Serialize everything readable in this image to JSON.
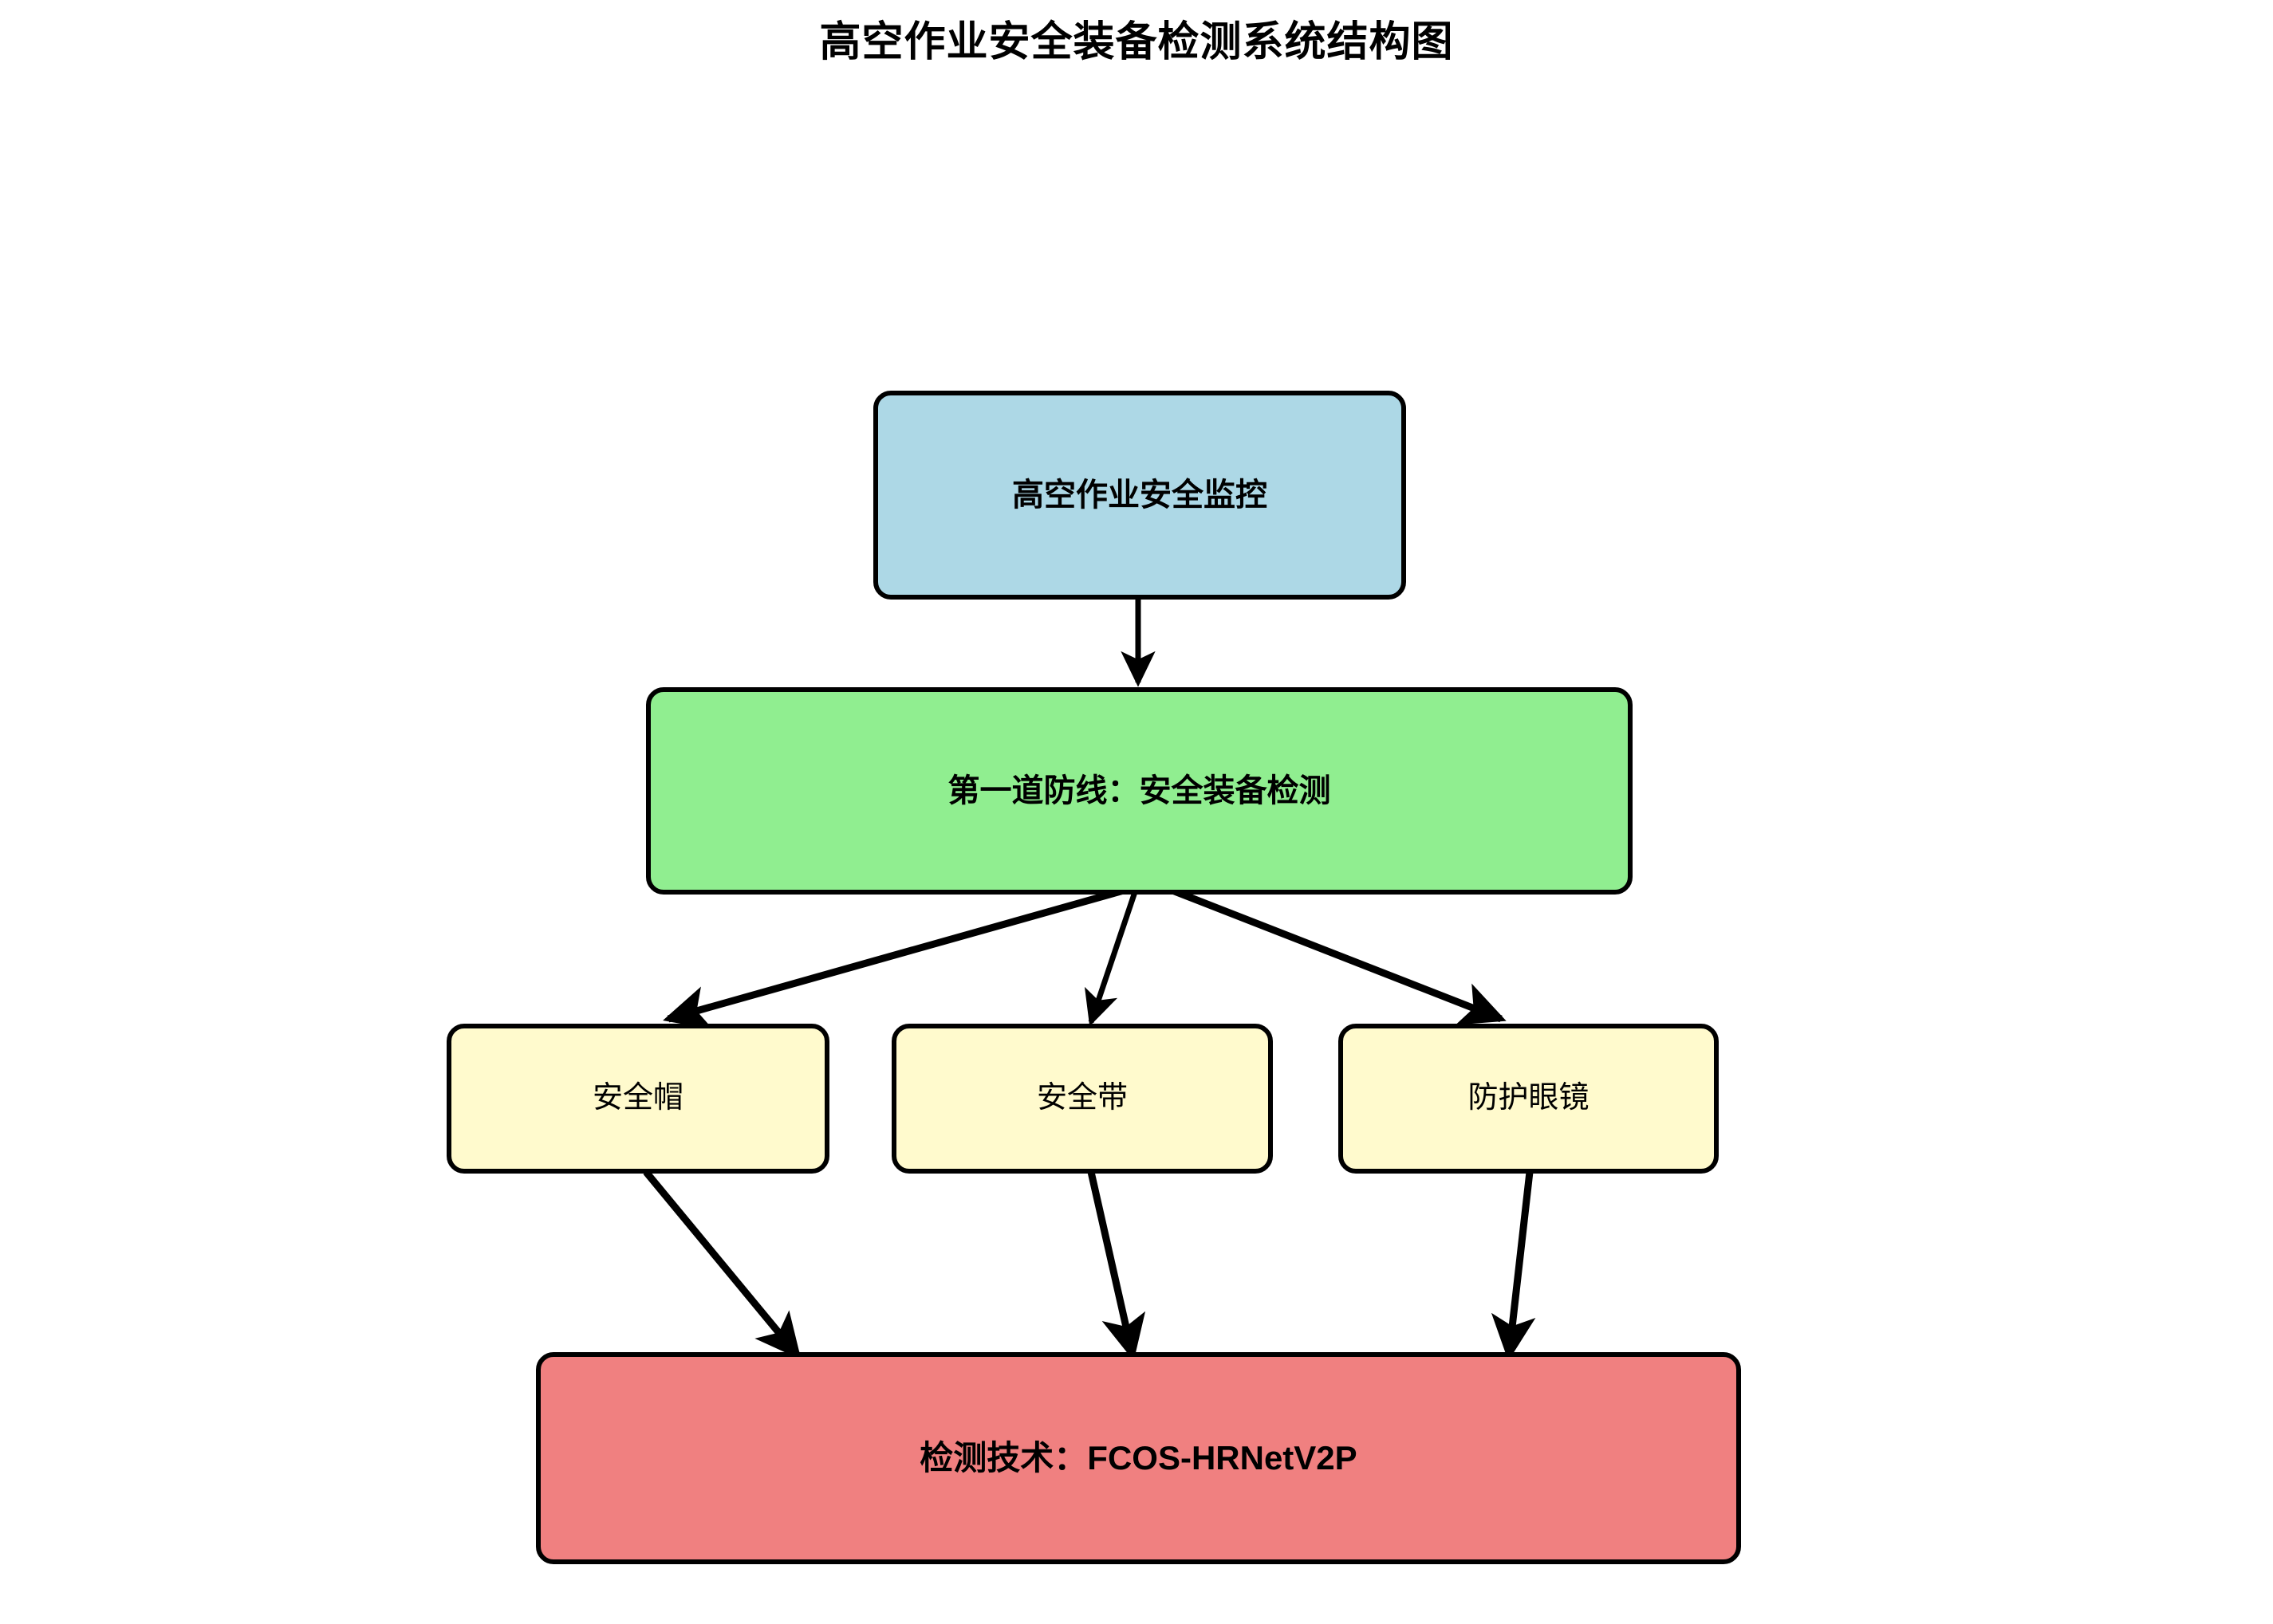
{
  "title": "高空作业安全装备检测系统结构图",
  "diagram": {
    "type": "flowchart",
    "direction": "top-down",
    "nodes": [
      {
        "id": "monitoring",
        "label": "高空作业安全监控",
        "level": 0,
        "fill": "#add8e6",
        "stroke": "#000000",
        "shape": "rounded-rect",
        "bold": true
      },
      {
        "id": "first-line",
        "label": "第一道防线：安全装备检测",
        "level": 1,
        "fill": "#90ee90",
        "stroke": "#000000",
        "shape": "rounded-rect",
        "bold": true
      },
      {
        "id": "helmet",
        "label": "安全帽",
        "level": 2,
        "fill": "#fffacd",
        "stroke": "#000000",
        "shape": "rounded-rect",
        "bold": false
      },
      {
        "id": "harness",
        "label": "安全带",
        "level": 2,
        "fill": "#fffacd",
        "stroke": "#000000",
        "shape": "rounded-rect",
        "bold": false
      },
      {
        "id": "goggles",
        "label": "防护眼镜",
        "level": 2,
        "fill": "#fffacd",
        "stroke": "#000000",
        "shape": "rounded-rect",
        "bold": false
      },
      {
        "id": "technology",
        "label": "检测技术：FCOS-HRNetV2P",
        "level": 3,
        "fill": "#f08080",
        "stroke": "#000000",
        "shape": "rounded-rect",
        "bold": true
      }
    ],
    "edges": [
      {
        "from": "monitoring",
        "to": "first-line",
        "style": "solid",
        "arrow": "single"
      },
      {
        "from": "first-line",
        "to": "helmet",
        "style": "solid",
        "arrow": "single"
      },
      {
        "from": "first-line",
        "to": "harness",
        "style": "solid",
        "arrow": "single"
      },
      {
        "from": "first-line",
        "to": "goggles",
        "style": "solid",
        "arrow": "single"
      },
      {
        "from": "helmet",
        "to": "technology",
        "style": "solid",
        "arrow": "single"
      },
      {
        "from": "harness",
        "to": "technology",
        "style": "solid",
        "arrow": "single"
      },
      {
        "from": "goggles",
        "to": "technology",
        "style": "solid",
        "arrow": "single"
      }
    ],
    "palette": {
      "background": "#ffffff",
      "edge": "#000000",
      "text": "#000000",
      "level0": "#add8e6",
      "level1": "#90ee90",
      "level2": "#fffacd",
      "level3": "#f08080"
    }
  }
}
